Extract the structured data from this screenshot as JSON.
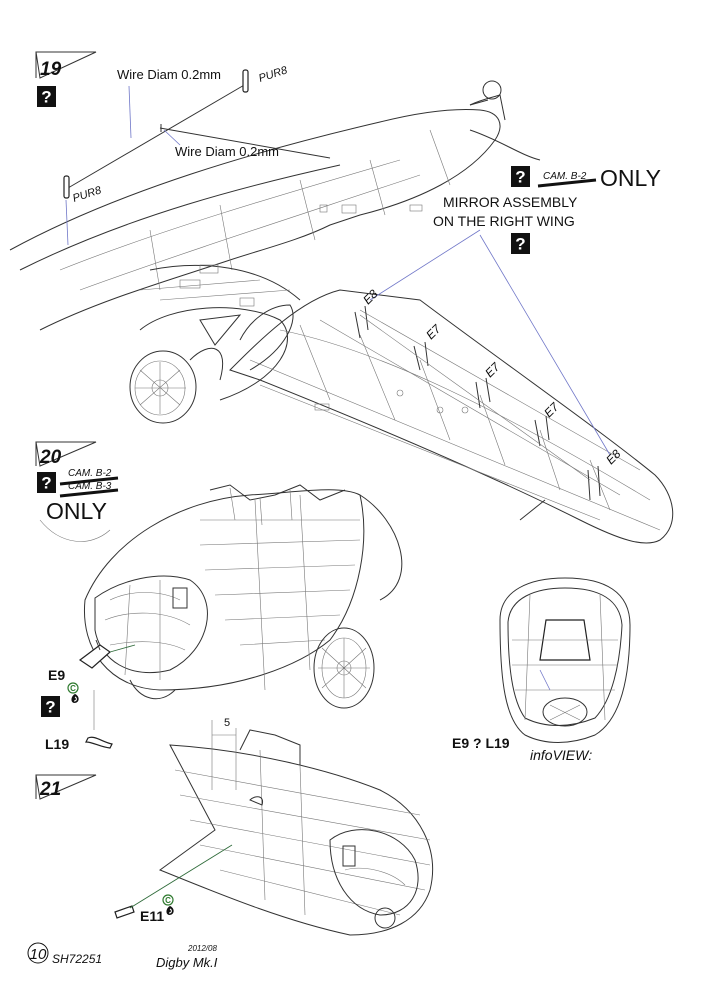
{
  "steps": [
    {
      "number": "19"
    },
    {
      "number": "20"
    },
    {
      "number": "21"
    }
  ],
  "step19": {
    "wire_top": "Wire Diam 0.2mm",
    "wire_mid": "Wire Diam 0.2mm",
    "pur_top": "PUR8",
    "pur_left": "PUR8",
    "cam_label": "CAM. B-2",
    "only": "ONLY",
    "mirror_line1": "MIRROR ASSEMBLY",
    "mirror_line2": "ON THE  RIGHT WING",
    "strut_labels": [
      "E8",
      "E7",
      "E7",
      "E7",
      "E8"
    ]
  },
  "step20": {
    "cam_a": "CAM. B-2",
    "cam_b": "CAM. B-3",
    "only": "ONLY",
    "part_e9": "E9",
    "part_l19": "L19",
    "info_caption": "E9 ? L19",
    "info_title": "infoVIEW:"
  },
  "step21": {
    "dim": "5",
    "part_e11": "E11"
  },
  "footer": {
    "page": "10",
    "code": "SH72251",
    "date": "2012/08",
    "model": "Digby Mk.I"
  },
  "icons": {
    "question": "question-mark-box-icon",
    "paint": "paint-c-icon"
  }
}
